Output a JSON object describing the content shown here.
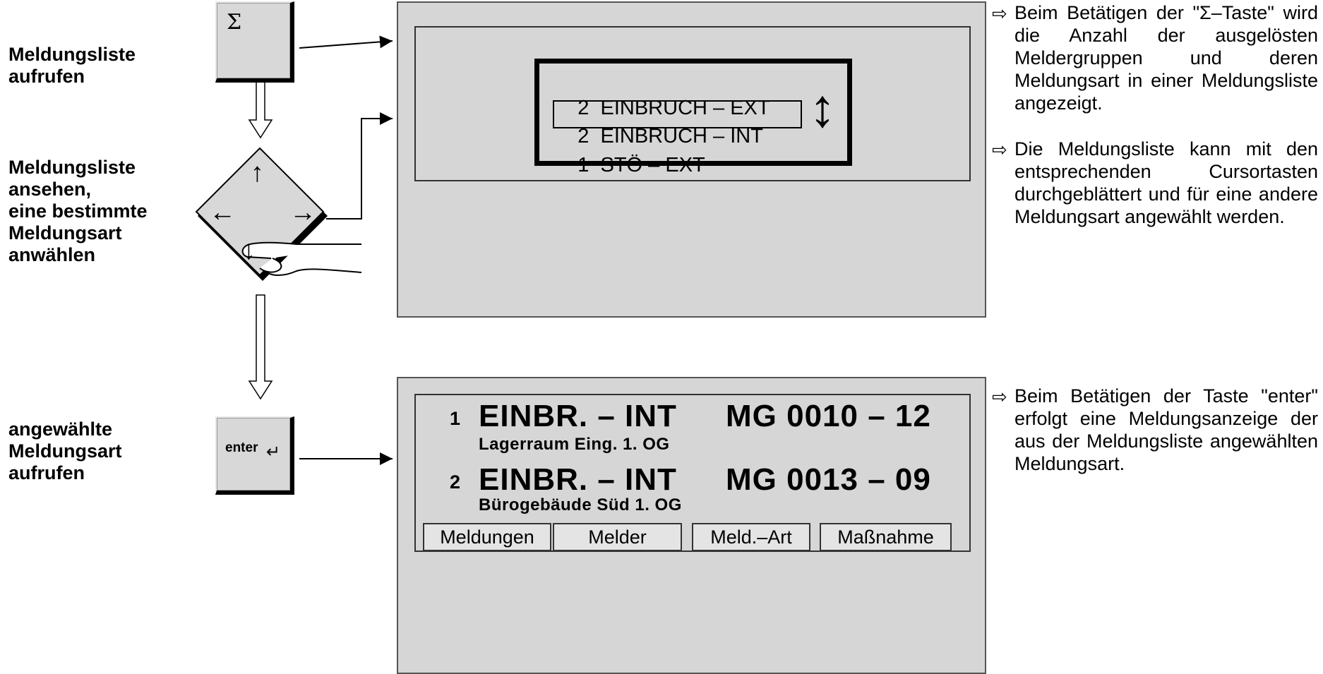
{
  "steps": [
    {
      "label": "Meldungsliste\naufrufen"
    },
    {
      "label": "Meldungsliste\nansehen,\neine bestimmte\nMeldungsart\nanwählen"
    },
    {
      "label": "angewählte\nMeldungsart\naufrufen"
    }
  ],
  "keys": {
    "sigma": "Σ",
    "enter": "enter",
    "enter_glyph": "↵",
    "cursor": {
      "up": "↑",
      "down": "↓",
      "left": "←",
      "right": "→"
    }
  },
  "message_list": {
    "rows": [
      {
        "count": "2",
        "type": "EINBRUCH – EXT"
      },
      {
        "count": "2",
        "type": "EINBRUCH – INT"
      },
      {
        "count": "1",
        "type": "STÖ – EXT"
      }
    ],
    "scroll_glyph": "↕"
  },
  "message_display": {
    "entries": [
      {
        "num": "1",
        "type": "EINBR. – INT",
        "group": "MG 0010 – 12",
        "location": "Lagerraum Eing. 1. OG"
      },
      {
        "num": "2",
        "type": "EINBR. – INT",
        "group": "MG 0013 – 09",
        "location": "Bürogebäude Süd 1. OG"
      }
    ],
    "softkeys": [
      "Meldungen",
      "Melder",
      "Meld.–Art",
      "Maßnahme"
    ]
  },
  "descriptions": [
    {
      "arrow": "⇨",
      "text": "Beim Betätigen der \"Σ–Taste\" wird die Anzahl der ausgelösten Meldergruppen und deren Meldungsart in einer Meldungsliste angezeigt."
    },
    {
      "arrow": "⇨",
      "text": "Die Meldungsliste kann mit den entsprechenden Cursortasten durchgeblättert und für eine andere Meldungsart angewählt werden."
    },
    {
      "arrow": "⇨",
      "text": "Beim Betätigen der Taste \"enter\" erfolgt eine Meldungsanzeige der aus der Meldungsliste angewählten Meldungsart."
    }
  ]
}
